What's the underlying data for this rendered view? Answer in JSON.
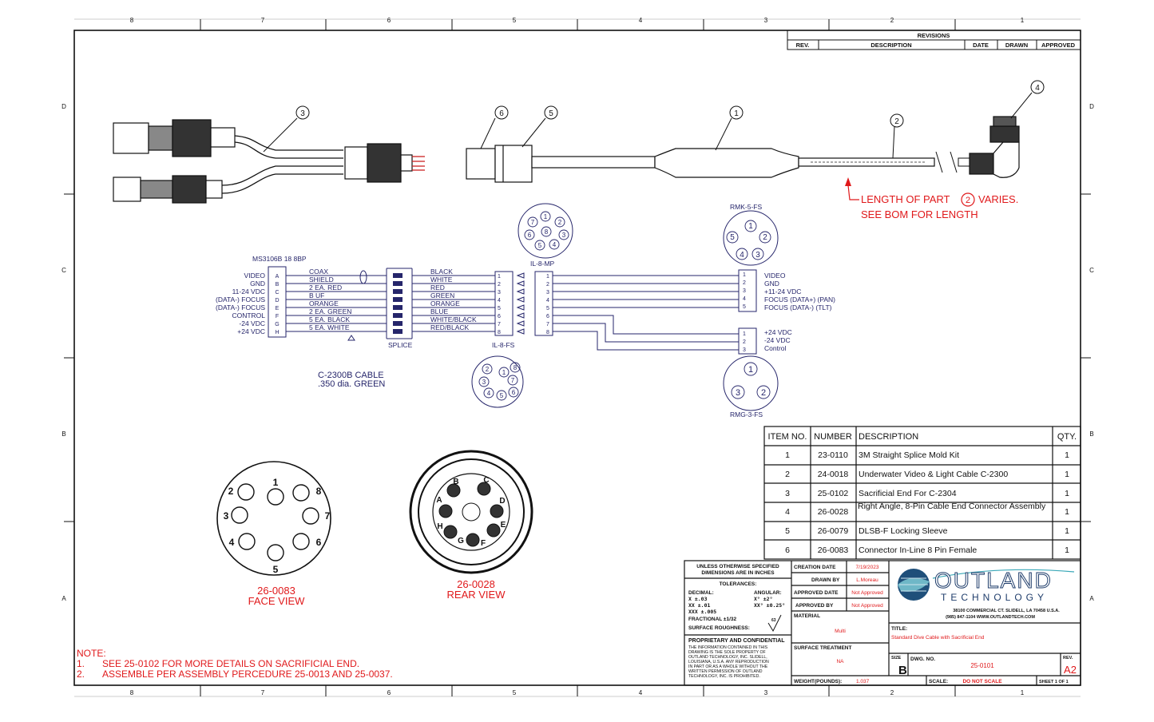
{
  "grid": {
    "top_cols": [
      "8",
      "7",
      "6",
      "5",
      "4",
      "3",
      "2",
      "1"
    ],
    "side_rows": [
      "D",
      "C",
      "B",
      "A"
    ]
  },
  "revisions": {
    "title": "REVISIONS",
    "headers": [
      "REV.",
      "DESCRIPTION",
      "DATE",
      "DRAWN",
      "APPROVED"
    ]
  },
  "balloons": [
    "1",
    "2",
    "3",
    "4",
    "5",
    "6"
  ],
  "length_note": {
    "line1_a": "LENGTH OF PART",
    "line1_ref": "2",
    "line1_b": "VARIES.",
    "line2": "SEE BOM FOR LENGTH"
  },
  "schematic": {
    "connector_label": "MS3106B 18 8BP",
    "left_signals": [
      "VIDEO",
      "GND",
      "11-24 VDC",
      "(DATA-) FOCUS",
      "(DATA-) FOCUS",
      "CONTROL",
      "-24 VDC",
      "+24 VDC"
    ],
    "pin_letters": [
      "A",
      "B",
      "C",
      "D",
      "E",
      "F",
      "G",
      "H"
    ],
    "wire_specs": [
      "COAX",
      "SHIELD",
      "2 EA. RED",
      "B UF",
      "ORANGE",
      "2 EA. GREEN",
      "5 EA. BLACK",
      "5 EA. WHITE"
    ],
    "colors": [
      "BLACK",
      "WHITE",
      "RED",
      "GREEN",
      "ORANGE",
      "BLUE",
      "WHITE/BLACK",
      "RED/BLACK"
    ],
    "splice_label": "SPLICE",
    "il8fs_label": "IL-8-FS",
    "il8mp_label": "IL-8-MP",
    "pins8": [
      "1",
      "2",
      "3",
      "4",
      "5",
      "6",
      "7",
      "8"
    ],
    "rmk5_label": "RMK-5-FS",
    "rmk5_signals": [
      "VIDEO",
      "GND",
      "+11-24 VDC",
      "FOCUS (DATA+) (PAN)",
      "FOCUS (DATA-) (TLT)"
    ],
    "pins5": [
      "1",
      "2",
      "3",
      "4",
      "5"
    ],
    "rmg3_label": "RMG-3-FS",
    "rmg3_signals": [
      "+24 VDC",
      "-24 VDC",
      "Control"
    ],
    "pins3": [
      "1",
      "2",
      "3"
    ],
    "cable_line1": "C-2300B CABLE",
    "cable_line2": ".350 dia. GREEN"
  },
  "views": {
    "face_number": "26-0083",
    "face_caption": "FACE VIEW",
    "face_pins": [
      "1",
      "2",
      "3",
      "4",
      "5",
      "6",
      "7",
      "8"
    ],
    "rear_number": "26-0028",
    "rear_caption": "REAR VIEW",
    "rear_pins": [
      "A",
      "B",
      "C",
      "D",
      "E",
      "F",
      "G",
      "H"
    ]
  },
  "bom": {
    "headers": [
      "ITEM NO.",
      "NUMBER",
      "DESCRIPTION",
      "QTY."
    ],
    "rows": [
      {
        "item": "1",
        "number": "23-0110",
        "description": "3M Straight Splice Mold Kit",
        "qty": "1"
      },
      {
        "item": "2",
        "number": "24-0018",
        "description": "Underwater Video & Light Cable C-2300",
        "qty": "1"
      },
      {
        "item": "3",
        "number": "25-0102",
        "description": "Sacrificial End For C-2304",
        "qty": "1"
      },
      {
        "item": "4",
        "number": "26-0028",
        "description": "Right Angle, 8-Pin Cable End Connector Assembly",
        "qty": "1"
      },
      {
        "item": "5",
        "number": "26-0079",
        "description": "DLSB-F Locking Sleeve",
        "qty": "1"
      },
      {
        "item": "6",
        "number": "26-0083",
        "description": "Connector In-Line 8 Pin Female",
        "qty": "1"
      }
    ]
  },
  "notes": {
    "title": "NOTE:",
    "items": [
      {
        "num": "1.",
        "text": "SEE 25-0102 FOR MORE DETAILS ON SACRIFICIAL END."
      },
      {
        "num": "2.",
        "text": "ASSEMBLE PER ASSEMBLY PERCEDURE 25-0013 AND 25-0037."
      }
    ]
  },
  "title_block": {
    "unless": "UNLESS OTHERWISE SPECIFIED",
    "dims": "DIMENSIONS ARE IN INCHES",
    "tolerances": "TOLERANCES:",
    "decimal": "DECIMAL:",
    "angular": "ANGULAR:",
    "tol_x": "X    ±.03",
    "tol_xx": "XX   ±.01",
    "tol_xxx": "XXX  ±.005",
    "ang_x": "X°  ±2°",
    "ang_xx": "XX° ±0.25°",
    "fractional": "FRACTIONAL ±1/32",
    "roughness": "SURFACE ROUGHNESS:",
    "roughness_val": "63",
    "proprietary": "PROPRIETARY AND CONFIDENTIAL",
    "prop_lines": [
      "THE INFORMATION CONTAINED IN THIS",
      "DRAWING IS THE SOLE PROPERTY OF",
      "OUTLAND TECHNOLOGY, INC. SLIDELL,",
      "LOUISIANA, U.S.A. ANY REPRODUCTION",
      "IN PART OR AS A WHOLE WITHOUT THE",
      "WRITTEN PERMISSION OF OUTLAND",
      "TECHNOLOGY, INC. IS PROHIBITED."
    ],
    "creation_date_label": "CREATION DATE",
    "creation_date": "7/19/2023",
    "drawn_by_label": "DRAWN BY",
    "drawn_by": "L.Moreau",
    "approved_date_label": "APPROVED DATE",
    "approved_date": "Not Approved",
    "approved_by_label": "APPROVED BY",
    "approved_by": "Not Approved",
    "material_label": "MATERIAL",
    "material": "Multi",
    "finish_label": "SURFACE TREATMENT",
    "finish": "NA",
    "weight_label": "WEIGHT(POUNDS):",
    "weight": "1.037",
    "company_top": "OUTLAND",
    "company_bottom": "TECHNOLOGY",
    "address1": "38100 COMMERCIAL CT. SLIDELL, LA 70458 U.S.A.",
    "address2": "(985) 847-1104          WWW.OUTLANDTECH.COM",
    "title_label": "TITLE:",
    "title": "Standard Dive Cable with Sacrificial End",
    "size_label": "SIZE",
    "size": "B",
    "dwg_label": "DWG. NO.",
    "dwg": "25-0101",
    "rev_label": "REV.",
    "rev": "A2",
    "scale_label": "SCALE:",
    "scale": "DO NOT SCALE",
    "sheet": "SHEET 1 OF 1"
  }
}
